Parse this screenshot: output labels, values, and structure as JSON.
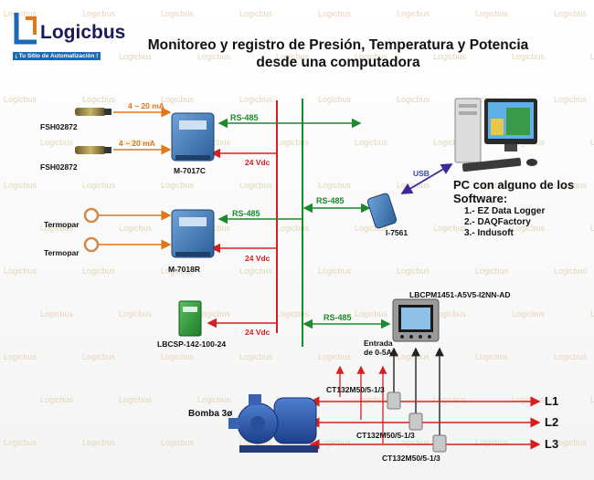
{
  "brand": {
    "name": "Logicbus",
    "tagline": "¡ Tu Sitio de Automatización !",
    "watermark": "Logicbus",
    "colors": {
      "blue": "#1a6ab8",
      "red": "#d42020",
      "green": "#1a8a2a",
      "orange": "#e07818",
      "purple": "#3a2a9a"
    }
  },
  "title": {
    "line1": "Monitoreo y registro de Presión, Temperatura y Potencia",
    "line2": "desde una computadora"
  },
  "sensors": {
    "pressure1": "FSH02872",
    "pressure2": "FSH02872",
    "thermo1": "Termopar",
    "thermo2": "Termopar"
  },
  "signals": {
    "current1": "4 ~ 20 mA",
    "current2": "4 ~ 20 mA"
  },
  "modules": {
    "m7017c": "M-7017C",
    "m7018r": "M-7018R",
    "psu": "LBCSP-142-100-24",
    "converter": "I-7561",
    "meter": "LBCPM1451-A5V5-I2NN-AD"
  },
  "bus": {
    "rs485": "RS-485",
    "power": "24 Vdc",
    "usb": "USB"
  },
  "pc": {
    "heading": "PC con alguno de los Software:",
    "software": [
      "1.- EZ Data Logger",
      "2.- DAQFactory",
      "3.- Indusoft"
    ]
  },
  "power_section": {
    "input": "Entrada de 0-5A",
    "ct": "CT132M50/5-1/3",
    "pump": "Bomba 3ø",
    "lines": [
      "L1",
      "L2",
      "L3"
    ]
  }
}
